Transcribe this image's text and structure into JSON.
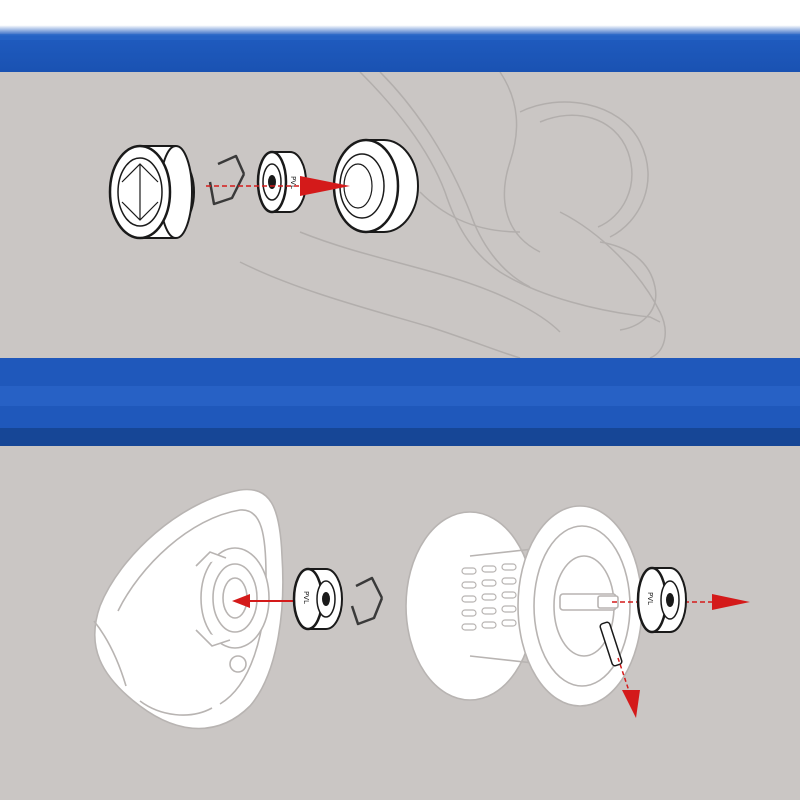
{
  "colors": {
    "banner_blue": "#1f5bbf",
    "banner_dark": "#143c8c",
    "panel_gray": "#cac6c4",
    "arrow_red": "#d41a1a",
    "line_dark": "#1a1a1a"
  },
  "steps": [
    {
      "parts": [
        "bearing-retainer-ring",
        "wire-clip",
        "ball-bearing",
        "bearing-housing"
      ],
      "bearing_marking": "PVL"
    },
    {
      "parts": [
        "body-housing",
        "ball-bearing",
        "wire-clip",
        "spool",
        "ball-bearing",
        "pin"
      ],
      "bearing_markings": [
        "PVL",
        "PVL"
      ]
    }
  ]
}
